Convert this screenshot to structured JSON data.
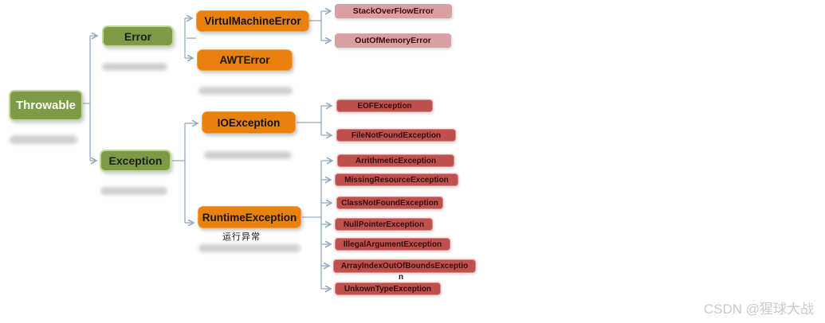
{
  "diagram_title": "Java Throwable exception hierarchy",
  "nodes": {
    "throwable": "Throwable",
    "error": "Error",
    "exception": "Exception",
    "virtual_machine_error": "VirtulMachineError",
    "awt_error": "AWTError",
    "io_exception": "IOException",
    "runtime_exception": "RuntimeException",
    "stack_overflow_error": "StackOverFlowError",
    "out_of_memory_error": "OutOfMemoryError",
    "eof_exception": "EOFException",
    "file_not_found_exception": "FileNotFoundException",
    "arithmetic_exception": "ArrithmeticException",
    "missing_resource_exception": "MissingResourceException",
    "class_not_found_exception": "ClassNotFoundException",
    "null_pointer_exception": "NullPointerException",
    "illegal_argument_exception": "IllegalArgumentException",
    "array_index_out_of_bounds_line1": "ArrayIndexOutOfBoundsExceptio",
    "array_index_out_of_bounds_line2": "n",
    "unknown_type_exception": "UnkownTypeException"
  },
  "annotations": {
    "runtime_exception_note": "运行异常"
  },
  "watermark": "CSDN @猩球大战",
  "colors": {
    "green_node": "#7d9b44",
    "orange_node": "#e8810d",
    "pink_node": "#d99fa3",
    "red_node": "#c0504d",
    "connector": "#93a9c2",
    "watermark_gray": "#c9c9c9"
  }
}
